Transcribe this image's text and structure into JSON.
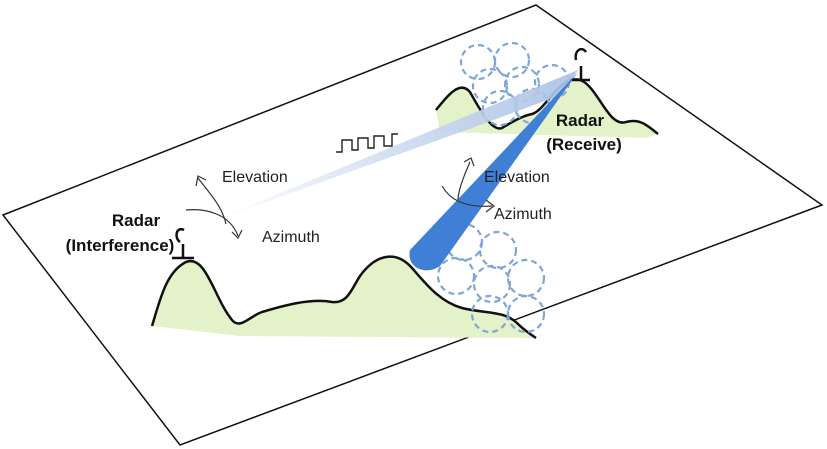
{
  "labels": {
    "radar_interference_line1": "Radar",
    "radar_interference_line2": "(Interference)",
    "radar_receive_line1": "Radar",
    "radar_receive_line2": "(Receive)",
    "elevation_left": "Elevation",
    "azimuth_left": "Azimuth",
    "elevation_right": "Elevation",
    "azimuth_right": "Azimuth"
  },
  "colors": {
    "terrain_fill": "#e3f2c9",
    "terrain_stroke": "#111111",
    "beam_light": "#b9cdea",
    "beam_dark": "#3f7fd6",
    "clutter_circle": "#7ea6d8",
    "plane_stroke": "#111111"
  }
}
